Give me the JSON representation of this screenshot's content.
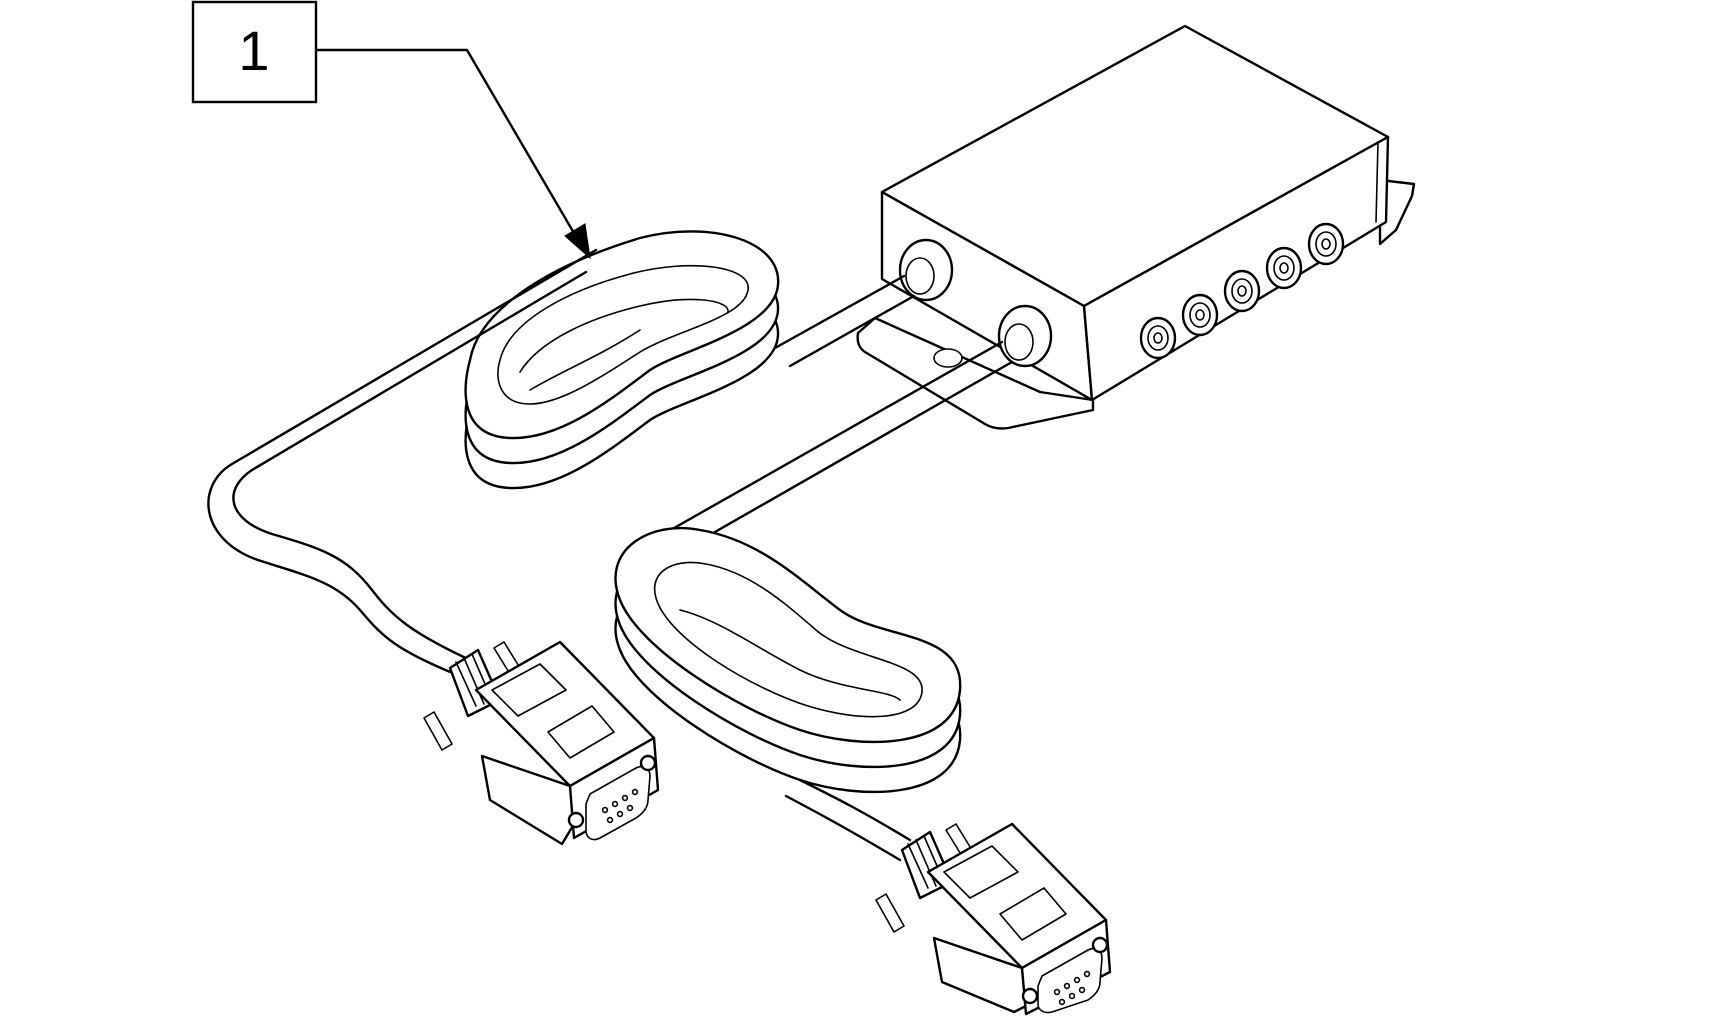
{
  "diagram": {
    "callouts": [
      {
        "number": "1",
        "target": "coiled-cable"
      }
    ],
    "components": [
      "junction-box",
      "coiled-cable-left",
      "coiled-cable-right",
      "db9-connector-left",
      "db9-connector-right"
    ],
    "line_color": "#000000",
    "background_color": "#ffffff"
  }
}
